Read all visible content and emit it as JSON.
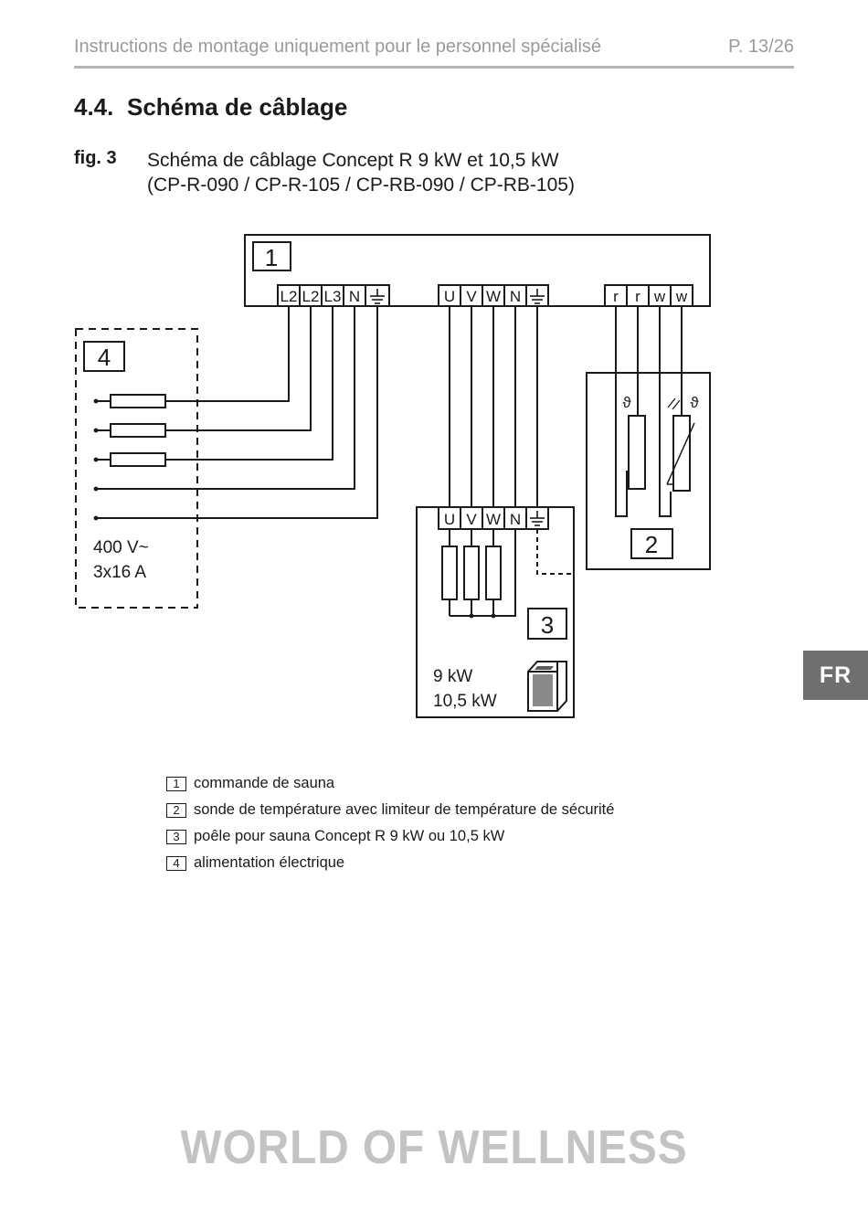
{
  "header": {
    "title": "Instructions de montage uniquement pour le personnel spécialisé",
    "page": "P. 13/26"
  },
  "section": {
    "number": "4.4.",
    "title": "Schéma de câblage"
  },
  "figure": {
    "label": "fig. 3",
    "caption_line1": "Schéma de câblage Concept R 9 kW et 10,5 kW",
    "caption_line2": "(CP-R-090 / CP-R-105 / CP-RB-090 / CP-RB-105)"
  },
  "diagram": {
    "box1_number": "1",
    "box2_number": "2",
    "box3_number": "3",
    "box4_number": "4",
    "control_supply_terminals": [
      "L2",
      "L2",
      "L3",
      "N",
      "earth"
    ],
    "control_heater_terminals": [
      "U",
      "V",
      "W",
      "N",
      "earth"
    ],
    "control_sensor_terminals": [
      "r",
      "r",
      "w",
      "w"
    ],
    "heater_terminals": [
      "U",
      "V",
      "W",
      "N",
      "earth"
    ],
    "supply_voltage": "400 V~",
    "supply_fuses": "3x16 A",
    "heater_power_1": "9 kW",
    "heater_power_2": "10,5 kW",
    "sensor_symbol": "ϑ"
  },
  "legend": [
    {
      "num": "1",
      "text": "commande de sauna"
    },
    {
      "num": "2",
      "text": "sonde de température avec limiteur de température de sécurité"
    },
    {
      "num": "3",
      "text": "poêle pour sauna Concept R 9 kW ou 10,5 kW"
    },
    {
      "num": "4",
      "text": "alimentation électrique"
    }
  ],
  "side_tab": "FR",
  "footer_brand": "WORLD OF WELLNESS"
}
